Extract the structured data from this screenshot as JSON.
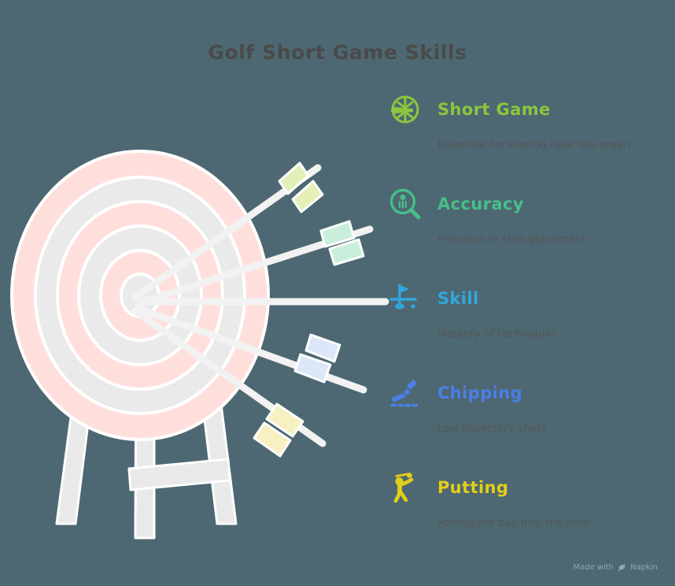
{
  "page": {
    "title": "Golf Short Game Skills",
    "background_color": "#4D6872",
    "title_color": "#4A4A4A"
  },
  "illustration": {
    "name": "archery-target-with-arrows",
    "target_ring_pink": "#FFDFDC",
    "target_ring_gray": "#EAEAEA",
    "target_outline": "#FFFFFF",
    "stand_color": "#E9E9E9",
    "arrow_shaft_color": "#F2F2F2",
    "arrows": [
      {
        "name": "arrow-1",
        "fletching_color": "#E4F0B8"
      },
      {
        "name": "arrow-2",
        "fletching_color": "#C9EFDC"
      },
      {
        "name": "arrow-3",
        "fletching_color": "#F5F5F5"
      },
      {
        "name": "arrow-4",
        "fletching_color": "#DCE8FA"
      },
      {
        "name": "arrow-5",
        "fletching_color": "#F7F0C0"
      }
    ]
  },
  "skills": [
    {
      "label": "Short Game",
      "description": "Essential for scoring near the green",
      "color": "#8DC63F",
      "icon": "target-crosshair-icon"
    },
    {
      "label": "Accuracy",
      "description": "Precision in shot placement",
      "color": "#46BE8A",
      "icon": "magnifier-golfball-icon"
    },
    {
      "label": "Skill",
      "description": "Mastery of techniques",
      "color": "#31A8DD",
      "icon": "golf-flag-icon"
    },
    {
      "label": "Chipping",
      "description": "Low trajectory shots",
      "color": "#4A7FE8",
      "icon": "golf-wedge-icon"
    },
    {
      "label": "Putting",
      "description": "Rolling the ball into the hole",
      "color": "#E3CE18",
      "icon": "golfer-swing-icon"
    }
  ],
  "footer": {
    "prefix": "Made with",
    "brand": "Napkin",
    "mark_color": "#9EB0B6"
  }
}
